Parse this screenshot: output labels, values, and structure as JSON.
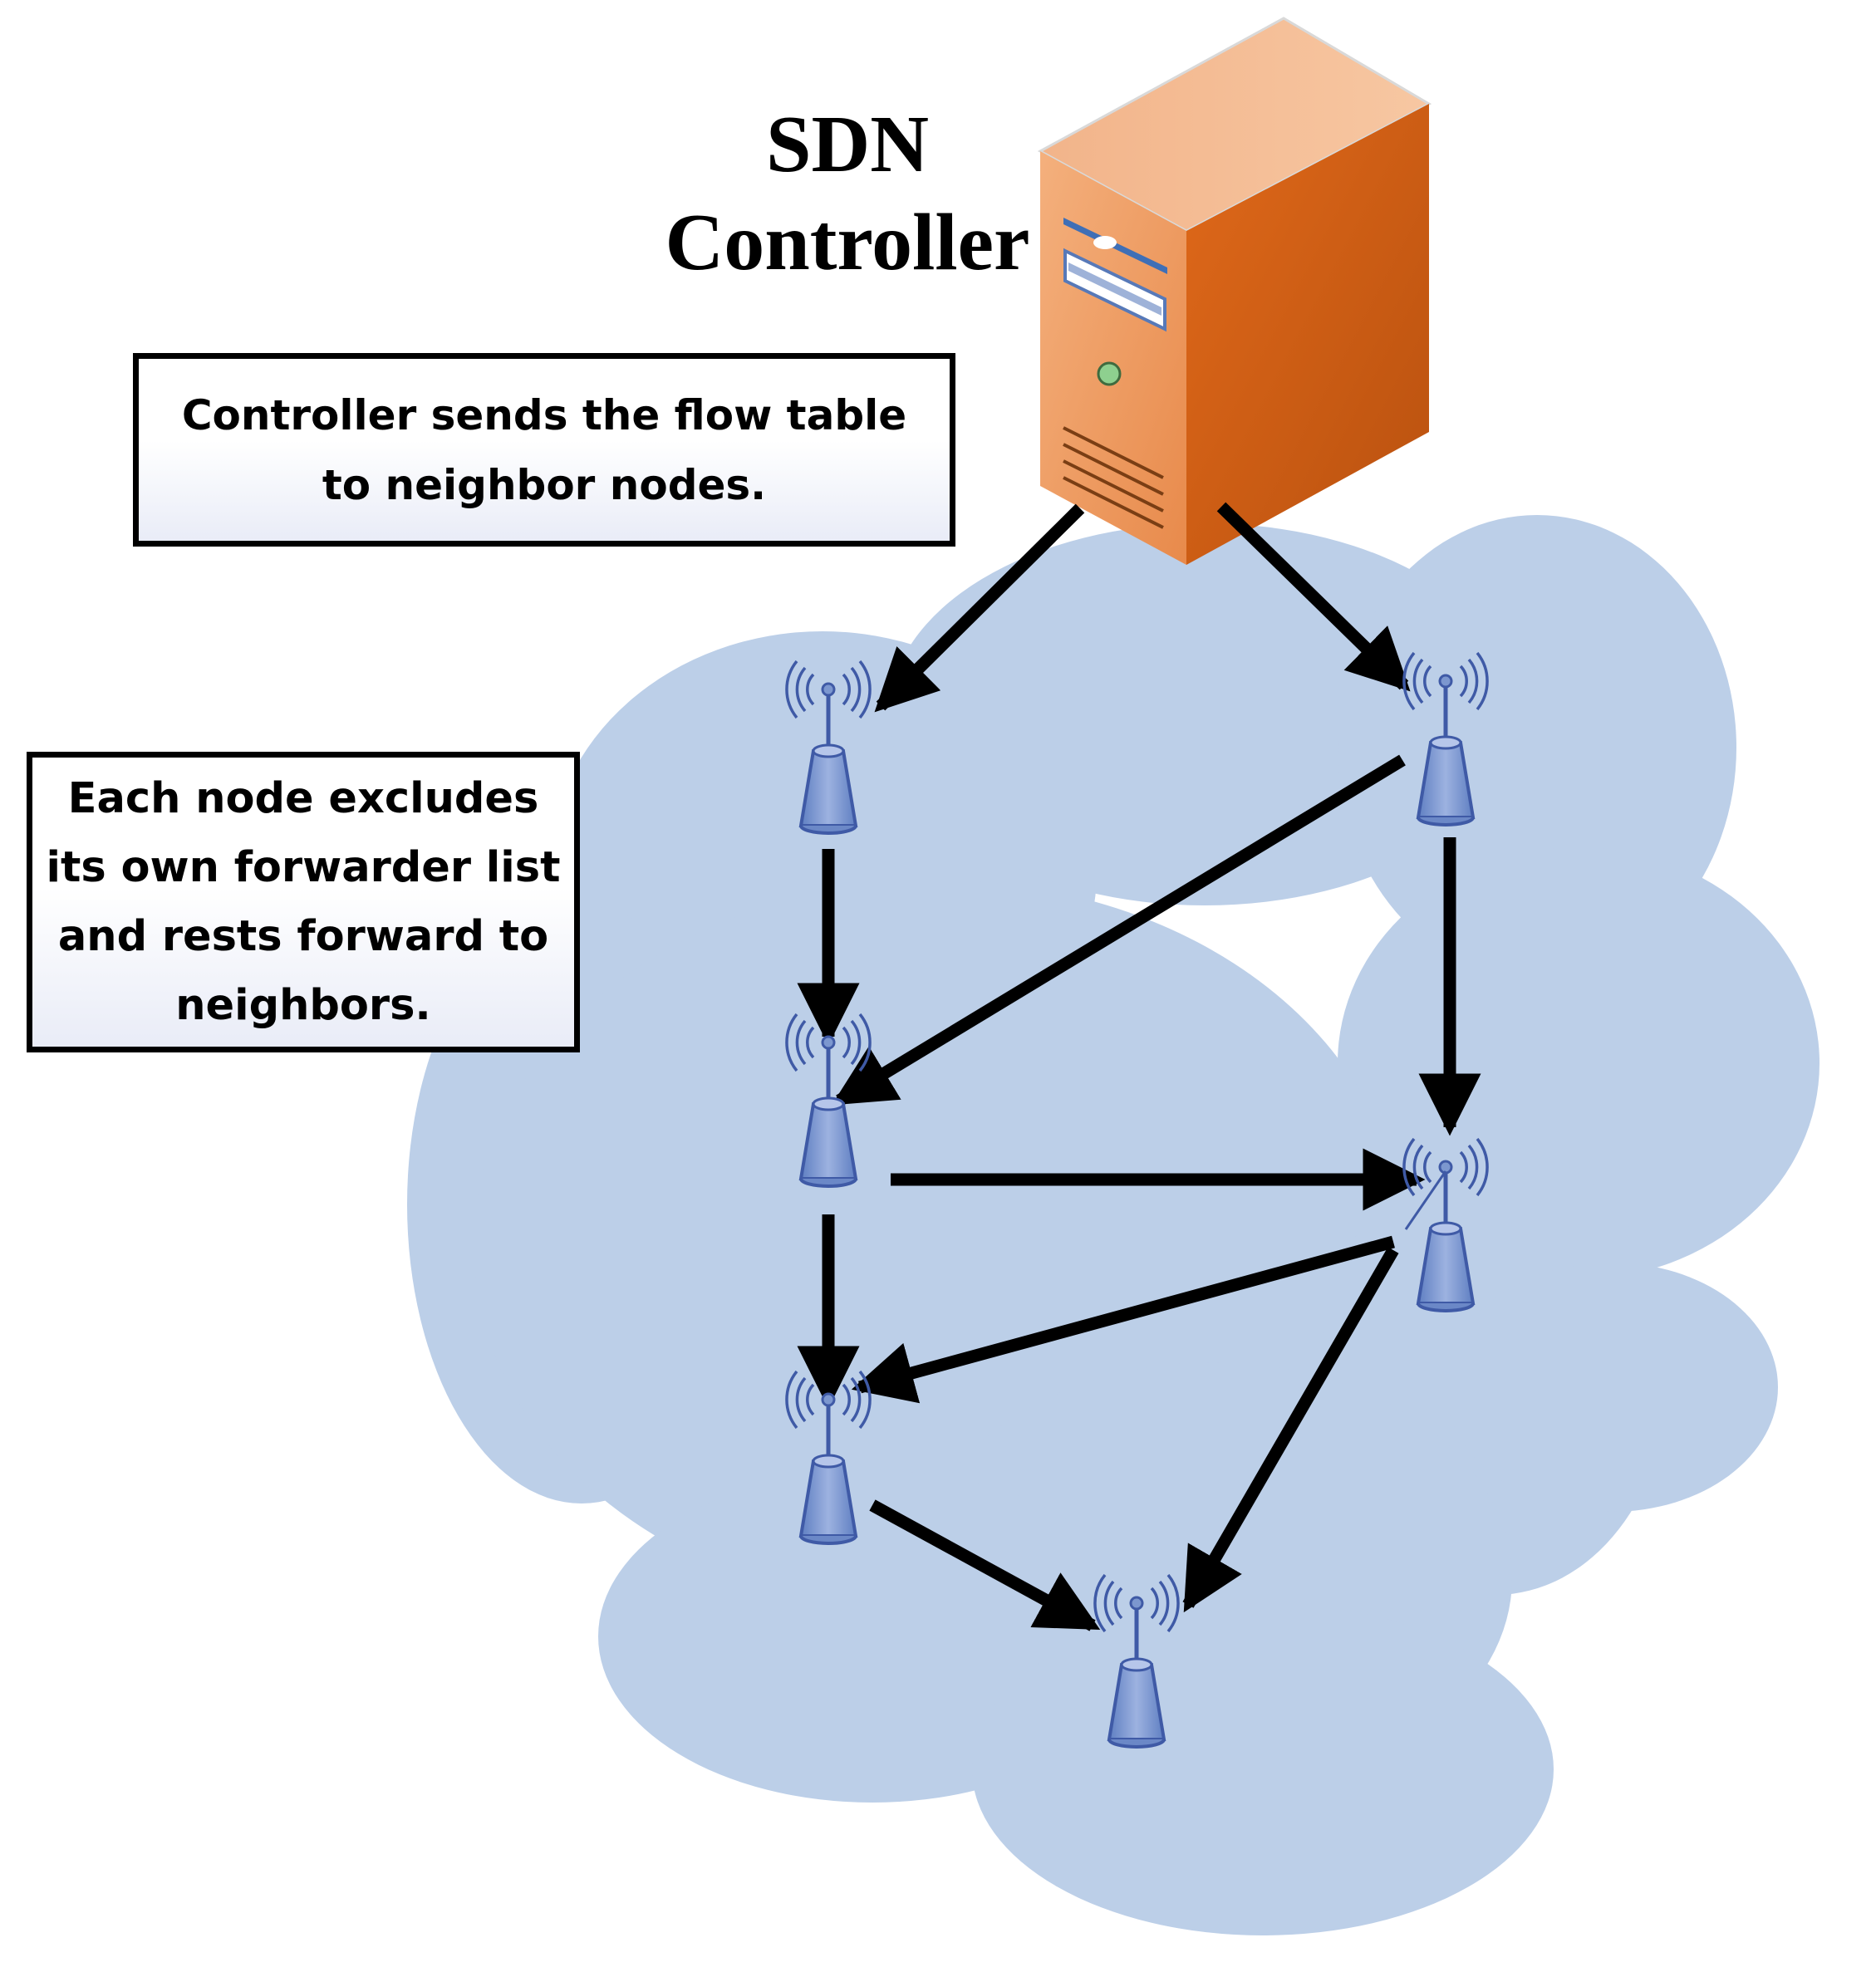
{
  "controller": {
    "title_line1": "SDN",
    "title_line2": "Controller"
  },
  "notes": {
    "controller_note": "Controller sends the flow table to neighbor nodes.",
    "node_note": "Each node excludes its own forwarder list and rests forward to neighbors."
  },
  "colors": {
    "cloud_fill": "#bccfe8",
    "server_front": "#f0a06a",
    "server_side": "#d4651c",
    "node_fill": "#7c97cf",
    "node_stroke": "#3f5aa6",
    "arrow": "#000000"
  },
  "icons": {
    "controller": "server-icon",
    "node": "wireless-node-icon"
  }
}
